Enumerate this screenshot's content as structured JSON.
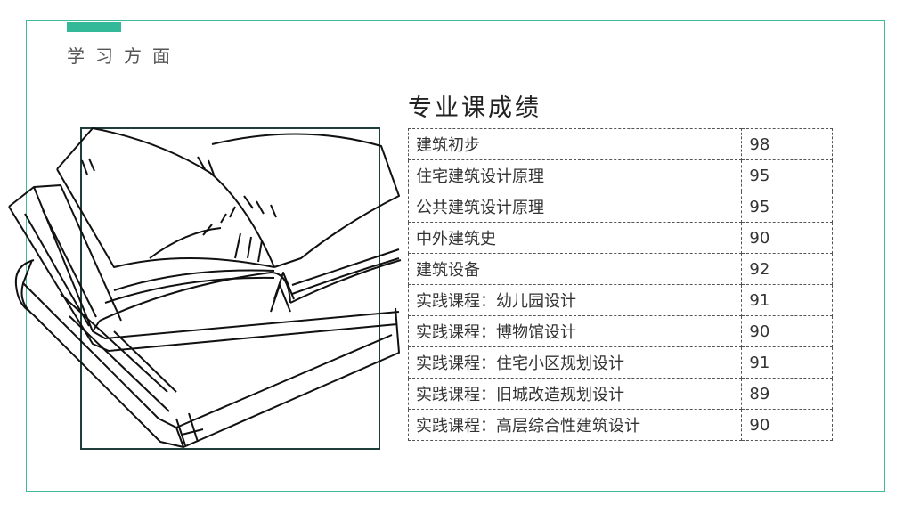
{
  "theme": {
    "accent": "#33b898",
    "frame": "#40b99a",
    "box": "#1f3d3a"
  },
  "section": {
    "title": "学习方面"
  },
  "illustration": {
    "icon": "open-book-sketch"
  },
  "grades": {
    "title": "专业课成绩",
    "rows": [
      {
        "course": "建筑初步",
        "score": "98"
      },
      {
        "course": "住宅建筑设计原理",
        "score": "95"
      },
      {
        "course": "公共建筑设计原理",
        "score": "95"
      },
      {
        "course": "中外建筑史",
        "score": "90"
      },
      {
        "course": "建筑设备",
        "score": "92"
      },
      {
        "course": "实践课程：幼儿园设计",
        "score": "91"
      },
      {
        "course": "实践课程：博物馆设计",
        "score": "90"
      },
      {
        "course": "实践课程：住宅小区规划设计",
        "score": "91"
      },
      {
        "course": "实践课程：旧城改造规划设计",
        "score": "89"
      },
      {
        "course": "实践课程：高层综合性建筑设计",
        "score": "90"
      }
    ]
  }
}
